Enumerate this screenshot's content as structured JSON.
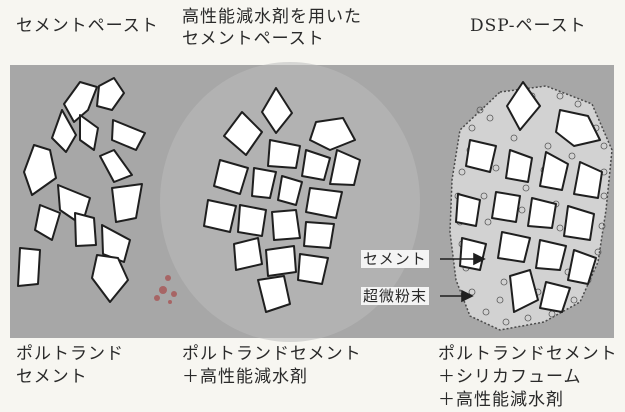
{
  "titles": {
    "cement_paste": "セメントペースト",
    "superplasticized_paste": "高性能減水剤を用いた\nセメントペースト",
    "dsp_paste": "DSP-ペースト"
  },
  "captions": {
    "cement_paste": "ポルトランド\nセメント",
    "superplasticized_paste": "ポルトランドセメント\n＋高性能減水剤",
    "dsp_paste": "ポルトランドセメント\n＋シリカフューム\n＋高性能減水剤"
  },
  "labels": {
    "cement": "セメント",
    "ultrafine_powder": "超微粉末"
  },
  "colors": {
    "band": "#a7a7a7",
    "cluster_halo": "#bdbdbd",
    "grain_fill": "#ffffff",
    "grain_stroke": "#1f1f1f",
    "dsp_matrix": "#d2d2d2"
  }
}
